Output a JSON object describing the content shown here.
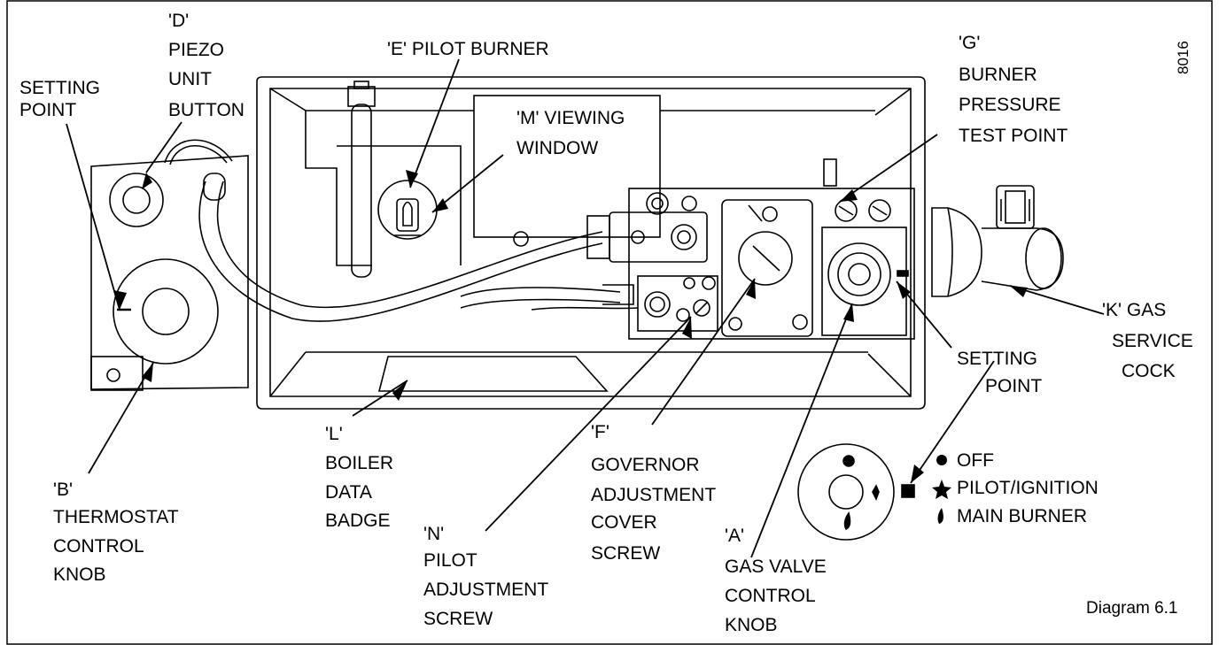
{
  "figure": {
    "number_label": "8016",
    "caption": "Diagram 6.1"
  },
  "labels": {
    "setting_point_left": [
      "SETTING",
      "POINT"
    ],
    "piezo": [
      "'D'",
      "PIEZO",
      "UNIT",
      "BUTTON"
    ],
    "pilot_burner": [
      "'E' PILOT BURNER"
    ],
    "viewing_window": [
      "'M' VIEWING",
      "WINDOW"
    ],
    "burner_pressure": [
      "'G'",
      "BURNER",
      "PRESSURE",
      "TEST POINT"
    ],
    "gas_service_cock": [
      "'K' GAS",
      "SERVICE",
      "COCK"
    ],
    "setting_point_right": [
      "SETTING",
      "POINT"
    ],
    "thermostat": [
      "'B'",
      "THERMOSTAT",
      "CONTROL",
      "KNOB"
    ],
    "boiler_data_badge": [
      "'L'",
      "BOILER",
      "DATA",
      "BADGE"
    ],
    "pilot_adjustment": [
      "'N'",
      "PILOT",
      "ADJUSTMENT",
      "SCREW"
    ],
    "governor": [
      "'F'",
      "GOVERNOR",
      "ADJUSTMENT",
      "COVER",
      "SCREW"
    ],
    "gas_valve_knob": [
      "'A'",
      "GAS VALVE",
      "CONTROL",
      "KNOB"
    ]
  },
  "legend": {
    "off": "OFF",
    "pilot": "PILOT/IGNITION",
    "main": "MAIN BURNER"
  }
}
